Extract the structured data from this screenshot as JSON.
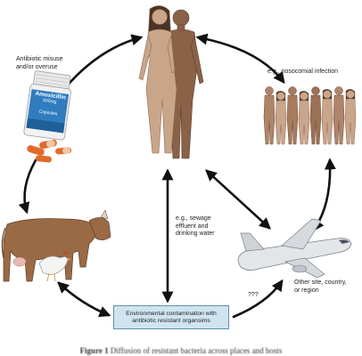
{
  "labels": {
    "misuse_line1": "Antibiotic misuse",
    "misuse_line2": "and/or overuse",
    "nosocomial": "e.g., nosocomial infection",
    "sewage_line1": "e.g., sewage",
    "sewage_line2": "effluent and",
    "sewage_line3": "drinking water",
    "other_line1": "Other site, country,",
    "other_line2": "or region",
    "unknown": "???",
    "environment_line1": "Environmental contamination with",
    "environment_line2": "antibiotic resistant organsims"
  },
  "pill_bottle": {
    "drug": "Amoxicillin",
    "dose": "500mg",
    "form": "Capsules"
  },
  "caption": {
    "prefix": "Figure 1",
    "text": "Diffusion of resistant bacteria across places and hosts"
  },
  "colors": {
    "arrow": "#111111",
    "skin_light": "#c9a58a",
    "skin_dark": "#8a6248",
    "cow": "#9a6a45",
    "box_fill": "#cfe4f1",
    "plane": "#e3e6e9",
    "bottle": "#f1f1f1",
    "pill_orange": "#e06a2c"
  }
}
